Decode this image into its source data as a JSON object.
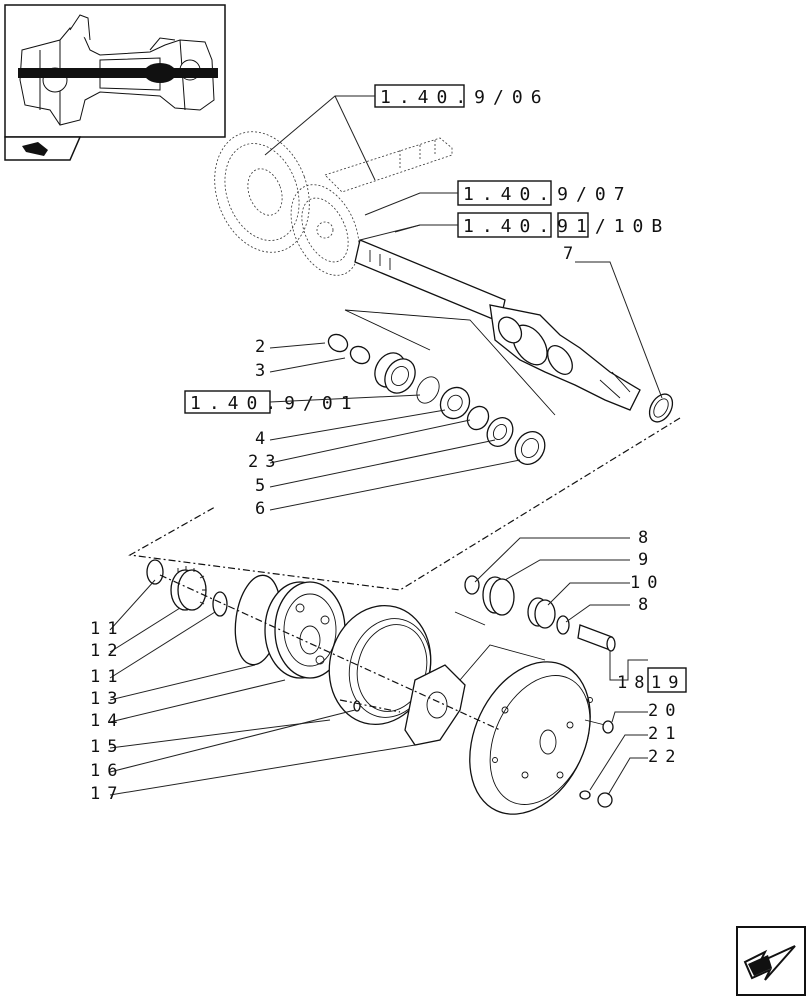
{
  "refs": {
    "r1": "1.40.9/06",
    "r2": "1.40.9/07",
    "r3": "1.40.91/10B",
    "r4": "1.40.9/01"
  },
  "labels": {
    "p2": "2",
    "p3": "3",
    "p4": "4",
    "p23": "23",
    "p5": "5",
    "p6": "6",
    "p7": "7",
    "p8a": "8",
    "p9": "9",
    "p10": "10",
    "p8b": "8",
    "p11a": "11",
    "p12": "12",
    "p11b": "11",
    "p13": "13",
    "p14": "14",
    "p15": "15",
    "p16": "16",
    "p17": "17",
    "p18": "18",
    "p19": "19",
    "p20": "20",
    "p21": "21",
    "p22": "22"
  },
  "icons": {
    "overview": "axle-assembly-thumbnail",
    "back": "back-arrow-icon",
    "next": "next-page-arrow-icon"
  }
}
